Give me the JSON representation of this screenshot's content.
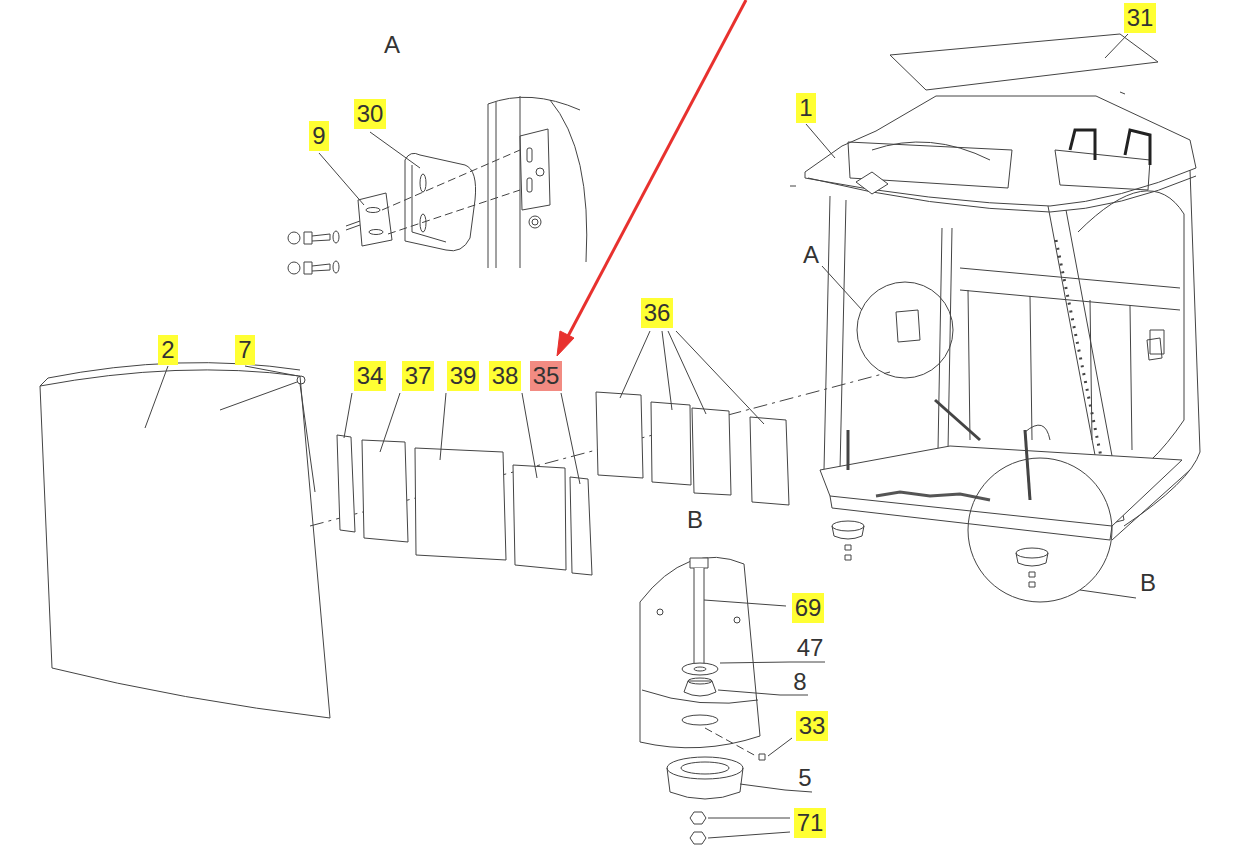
{
  "diagram": {
    "labels": [
      "A",
      "30",
      "9",
      "31",
      "1",
      "A",
      "36",
      "2",
      "7",
      "34",
      "37",
      "39",
      "38",
      "35",
      "B",
      "69",
      "47",
      "8",
      "33",
      "5",
      "71",
      "B"
    ]
  }
}
